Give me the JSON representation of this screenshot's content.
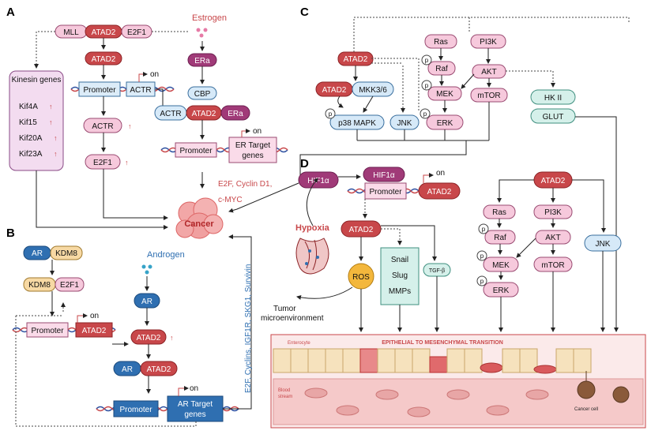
{
  "panels": {
    "a": "A",
    "b": "B",
    "c": "C",
    "d": "D"
  },
  "a": {
    "mll": "MLL",
    "atad2": "ATAD2",
    "e2f1": "E2F1",
    "estrogen": "Estrogen",
    "era": "ERa",
    "kinesin": "Kinesin genes",
    "kif4a": "Kif4A",
    "kif15": "Kif15",
    "kif20a": "Kif20A",
    "kif23a": "Kif23A",
    "atad2_2": "ATAD2",
    "promoter": "Promoter",
    "actr": "ACTR",
    "on": "on",
    "actr2": "ACTR",
    "e2f1_2": "E2F1",
    "cbp": "CBP",
    "actr3": "ACTR",
    "atad2_3": "ATAD2",
    "era2": "ERa",
    "promoter2": "Promoter",
    "on2": "on",
    "er_target1": "ER Target",
    "er_target2": "genes",
    "targets1": "E2F, Cyclin D1,",
    "targets2": "c-MYC",
    "cancer": "Cancer"
  },
  "b": {
    "ar": "AR",
    "kdm8": "KDM8",
    "kdm8_2": "KDM8",
    "e2f1": "E2F1",
    "androgen": "Androgen",
    "ar2": "AR",
    "promoter": "Promoter",
    "on": "on",
    "atad2": "ATAD2",
    "atad2_2": "ATAD2",
    "ar3": "AR",
    "atad2_3": "ATAD2",
    "promoter2": "Promoter",
    "on2": "on",
    "ar_target1": "AR Target",
    "ar_target2": "genes",
    "vertical": "E2F, Cyclins, IGF1R, SKG1, Survivin"
  },
  "c": {
    "ras": "Ras",
    "pi3k": "PI3K",
    "atad2": "ATAD2",
    "raf": "Raf",
    "akt": "AKT",
    "atad2_2": "ATAD2",
    "mkk": "MKK3/6",
    "mek": "MEK",
    "mtor": "mTOR",
    "hk": "HK II",
    "glut": "GLUT",
    "p38": "p38 MAPK",
    "jnk": "JNK",
    "erk": "ERK",
    "p": "p"
  },
  "d": {
    "hif1": "HIF1α",
    "hif2": "HIF1α",
    "promoter": "Promoter",
    "atad2": "ATAD2",
    "on": "on",
    "hypoxia": "Hypoxia",
    "atad2_2": "ATAD2",
    "ros": "ROS",
    "snail": "Snail",
    "slug": "Slug",
    "mmps": "MMPs",
    "tgf": "TGF-β",
    "tumor1": "Tumor",
    "tumor2": "microenvironment",
    "atad2_3": "ATAD2",
    "ras": "Ras",
    "pi3k": "PI3K",
    "raf": "Raf",
    "akt": "AKT",
    "mek": "MEK",
    "mtor": "mTOR",
    "erk": "ERK",
    "jnk": "JNK"
  },
  "emt": {
    "title": "EPITHELIAL TO MESENCHYMAL TRANSITION",
    "enterocyte": "Enterocyte",
    "blood1": "Blood",
    "blood2": "stream",
    "cancer_cell": "Cancer cell"
  }
}
